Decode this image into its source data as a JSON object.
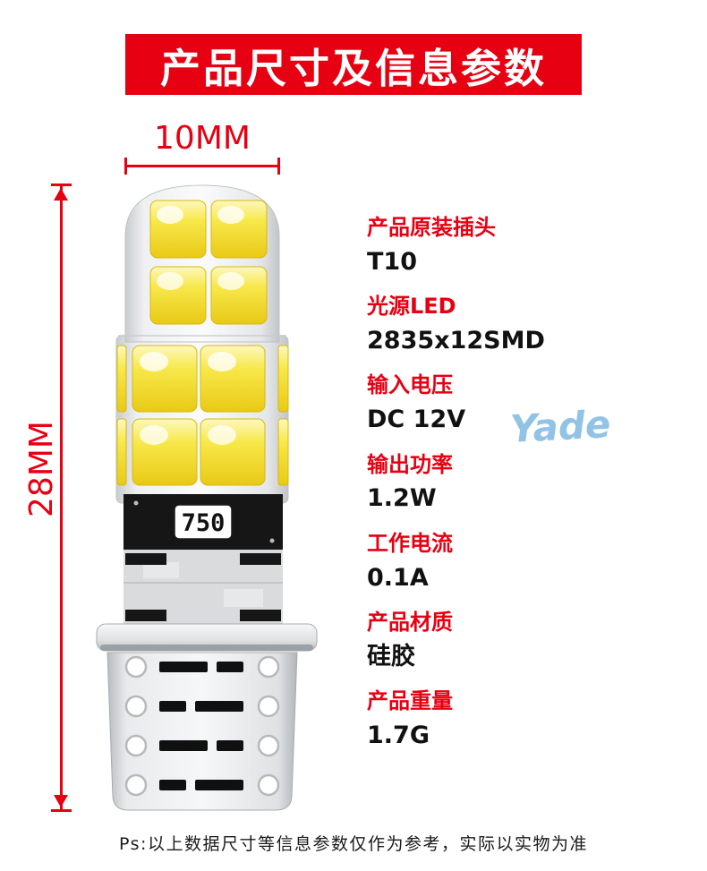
{
  "header": {
    "title": "产品尺寸及信息参数"
  },
  "dimensions": {
    "width_label": "10MM",
    "height_label": "28MM"
  },
  "bulb": {
    "chip_marking": "750",
    "led_color": "#f2dc2a",
    "plug_type": "T10"
  },
  "specs": [
    {
      "label": "产品原装插头",
      "value": "T10"
    },
    {
      "label": "光源LED",
      "value": "2835x12SMD"
    },
    {
      "label": "输入电压",
      "value": "DC 12V"
    },
    {
      "label": "输出功率",
      "value": "1.2W"
    },
    {
      "label": "工作电流",
      "value": "0.1A"
    },
    {
      "label": "产品材质",
      "value": "硅胶"
    },
    {
      "label": "产品重量",
      "value": "1.7G"
    }
  ],
  "watermark": {
    "text": "Yade"
  },
  "footer": {
    "note": "Ps:以上数据尺寸等信息参数仅作为参考，实际以实物为准"
  },
  "colors": {
    "accent_red": "#e60012"
  }
}
